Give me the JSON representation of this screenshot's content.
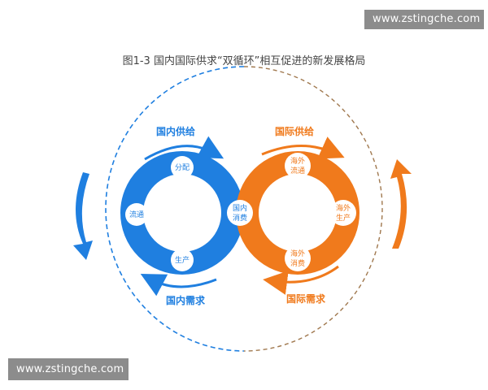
{
  "title": "图1-3 国内国际供求“双循环”相互促进的新发展格局",
  "watermark": {
    "top": "www.zstingche.com",
    "bottom": "www.zstingche.com"
  },
  "colors": {
    "domestic": "#1f7fe0",
    "international": "#f07a1c",
    "node_bg": "#ffffff"
  },
  "domestic": {
    "supply_label": "国内供给",
    "demand_label": "国内需求",
    "nodes": {
      "top": [
        "分配"
      ],
      "left": [
        "流通"
      ],
      "bottom": [
        "生产"
      ]
    }
  },
  "international": {
    "supply_label": "国际供给",
    "demand_label": "国际需求",
    "nodes": {
      "top": [
        "海外",
        "流通"
      ],
      "right": [
        "海外",
        "生产"
      ],
      "bottom": [
        "海外",
        "消费"
      ]
    }
  },
  "shared_node": [
    "国内",
    "消费"
  ]
}
